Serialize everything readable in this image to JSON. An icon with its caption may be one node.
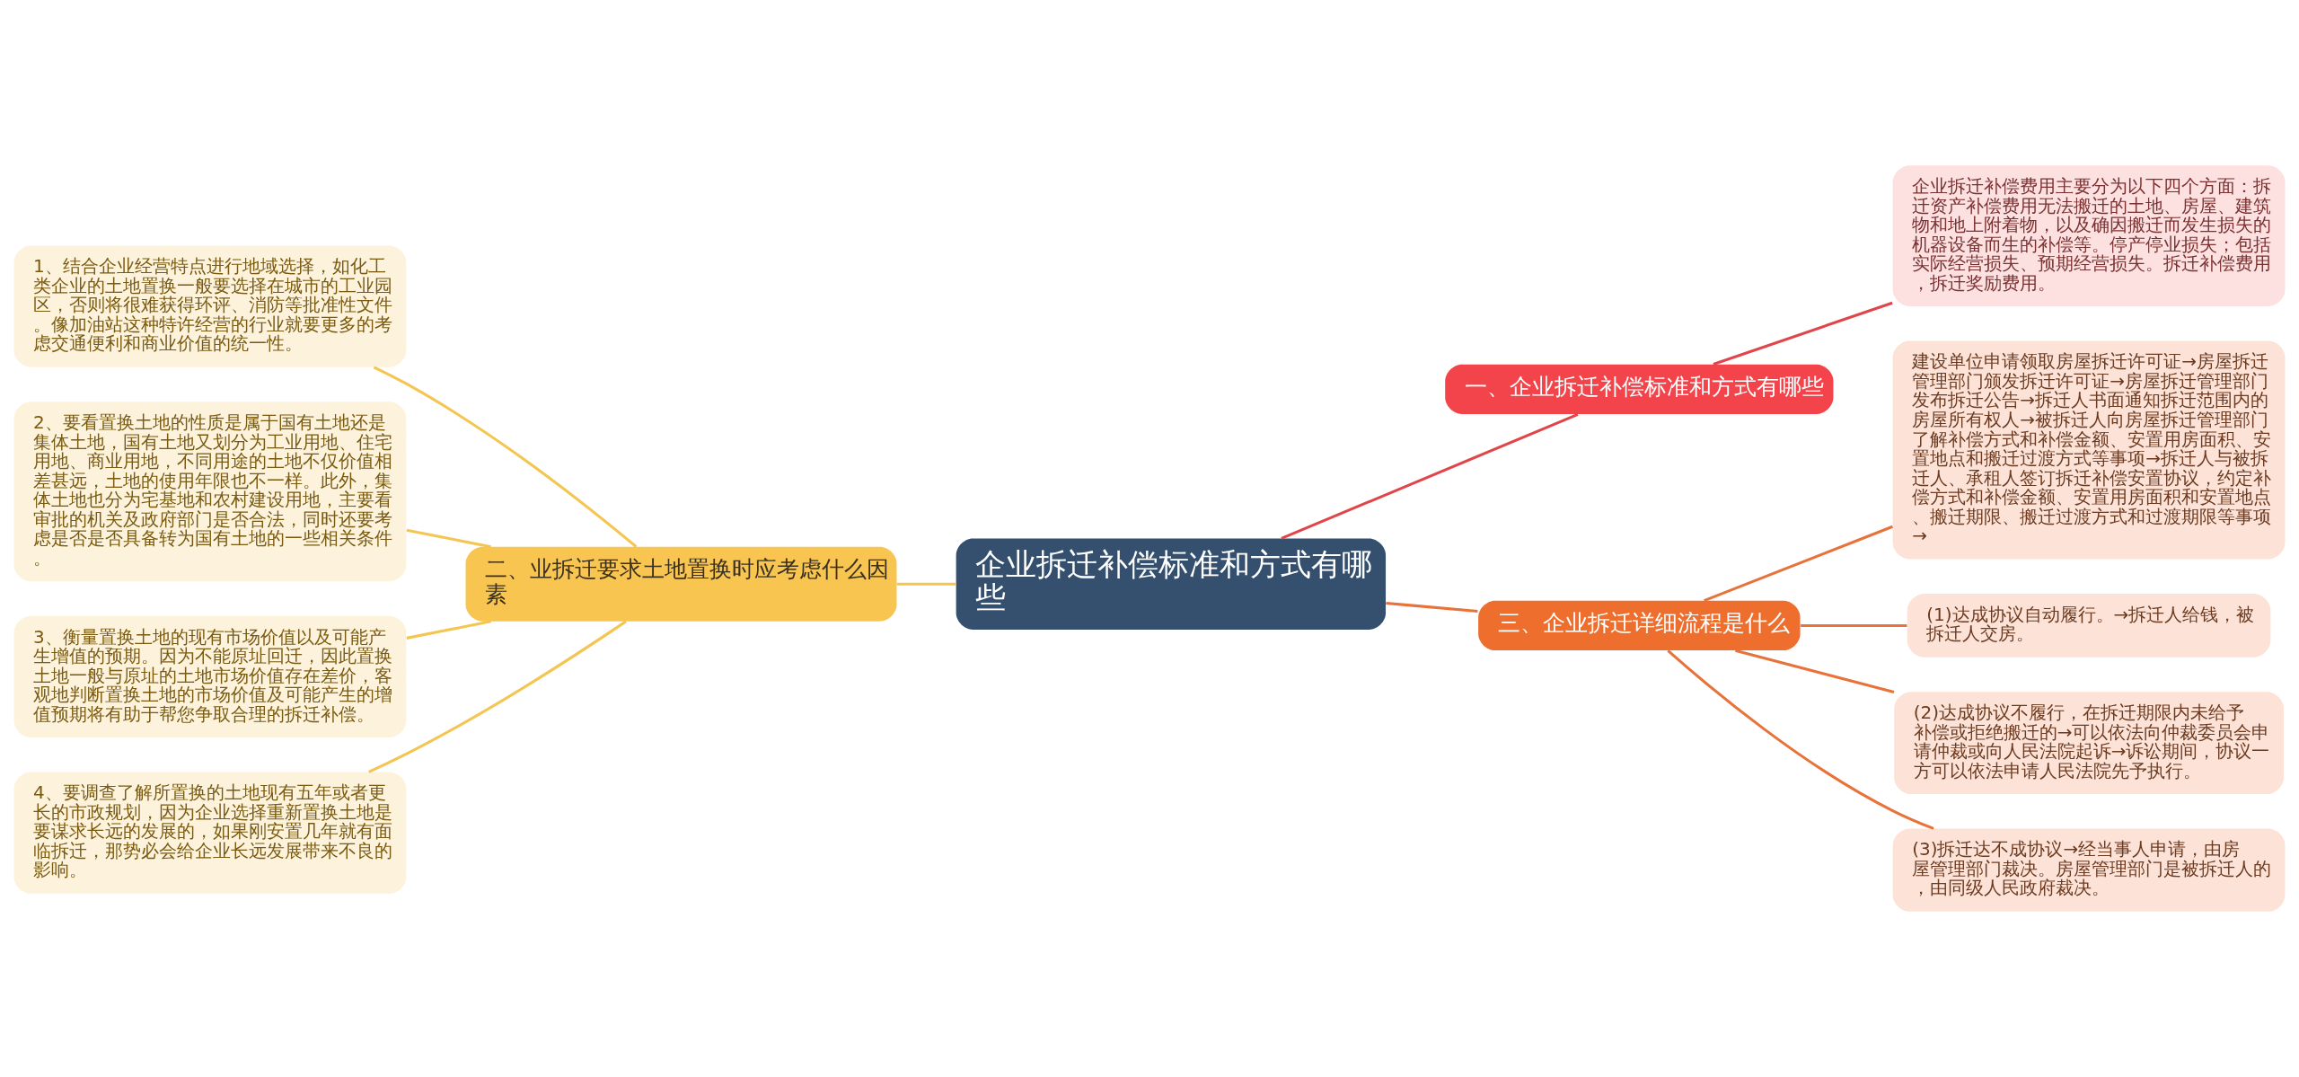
{
  "diagram": {
    "nodes": [
      {
        "text": [
          "企业拆迁补偿标准和方式有哪些"
        ]
      },
      {
        "text": [
          "二、业拆迁要求土地置换时应考虑什么因素"
        ]
      },
      {
        "text": [
          "1、结合企业经营特点进行地域选择，如化工类企业的土地置换一般要选择在城市的工业园区，否则将很难获得环评、消防等批准性文件。像加油站这种特许经营的行业就要更多的考虑交通便利和商业价值的统一性。"
        ]
      },
      {
        "text": [
          "2、要看置换土地的性质是属于国有土地还是集体土地，国有土地又划分为工业用地、住宅用地、商业用地，不同用途的土地不仅价值相差甚远，土地的使用年限也不一样。此外，集体土地也分为宅基地和农村建设用地，主要看审批的机关及政府部门是否合法，同时还要考虑是否是否具备转为国有土地的一些相关条件。"
        ]
      },
      {
        "text": [
          "3、衡量置换土地的现有市场价值以及可能产生增值的预期。因为不能原址回迁，因此置换土地一般与原址的土地市场价值存在差价，客观地判断置换土地的市场价值及可能产生的增值预期将有助于帮您争取合理的拆迁补偿。"
        ]
      },
      {
        "text": [
          "4、要调查了解所置换的土地现有五年或者更长的市政规划，因为企业选择重新置换土地是要谋求长远的发展的，如果刚安置几年就有面临拆迁，那势必会给企业长远发展带来不良的影响。"
        ]
      },
      {
        "text": [
          "一、企业拆迁补偿标准和方式有哪些"
        ]
      },
      {
        "text": [
          "企业拆迁补偿费用主要分为以下四个方面：拆迁资产补偿费用无法搬迁的土地、房屋、建筑物和地上附着物，以及确因搬迁而发生损失的机器设备而生的补偿等。停产停业损失；包括实际经营损失、预期经营损失。拆迁补偿费用，拆迁奖励费用。"
        ]
      },
      {
        "text": [
          "三、企业拆迁详细流程是什么"
        ]
      },
      {
        "text": [
          "建设单位申请领取房屋拆迁许可证→房屋拆迁管理部门颁发拆迁许可证→房屋拆迁管理部门发布拆迁公告→拆迁人书面通知拆迁范围内的房屋所有权人→被拆迁人向房屋拆迁管理部门了解补偿方式和补偿金额、安置用房面积、安置地点和搬迁过渡方式等事项→拆迁人与被拆迁人、承租人签订拆迁补偿安置协议，约定补偿方式和补偿金额、安置用房面积和安置地点、搬迁期限、搬迁过渡方式和过渡期限等事项→"
        ]
      },
      {
        "text": [
          "(1)达成协议自动履行。→拆迁人给钱，被拆迁人交房。"
        ]
      },
      {
        "text": [
          "(2)达成协议不履行，在拆迁期限内未给予补偿或拒绝搬迁的→可以依法向仲裁委员会申请仲裁或向人民法院起诉→诉讼期间，协议一方可以依法申请人民法院先予执行。"
        ]
      },
      {
        "text": [
          "(3)拆迁达不成协议→经当事人申请，由房屋管理部门裁决。房屋管理部门是被拆迁人的，由同级人民政府裁决。"
        ]
      }
    ],
    "edges": [
      {
        "from": 0,
        "to": 1,
        "arrow": "none",
        "color": "#f5c552"
      },
      {
        "from": 1,
        "to": 2,
        "arrow": "none",
        "color": "#f5c552"
      },
      {
        "from": 1,
        "to": 3,
        "arrow": "none",
        "color": "#f5c552"
      },
      {
        "from": 1,
        "to": 4,
        "arrow": "none",
        "color": "#f5c552"
      },
      {
        "from": 1,
        "to": 5,
        "arrow": "none",
        "color": "#f5c552"
      },
      {
        "from": 0,
        "to": 6,
        "arrow": "none",
        "color": "#e0454a"
      },
      {
        "from": 6,
        "to": 7,
        "arrow": "none",
        "color": "#e0454a"
      },
      {
        "from": 0,
        "to": 8,
        "arrow": "none",
        "color": "#e8733a"
      },
      {
        "from": 8,
        "to": 9,
        "arrow": "none",
        "color": "#e8733a"
      },
      {
        "from": 8,
        "to": 10,
        "arrow": "none",
        "color": "#e8733a"
      },
      {
        "from": 8,
        "to": 11,
        "arrow": "none",
        "color": "#e8733a"
      },
      {
        "from": 8,
        "to": 12,
        "arrow": "none",
        "color": "#e8733a"
      }
    ]
  }
}
